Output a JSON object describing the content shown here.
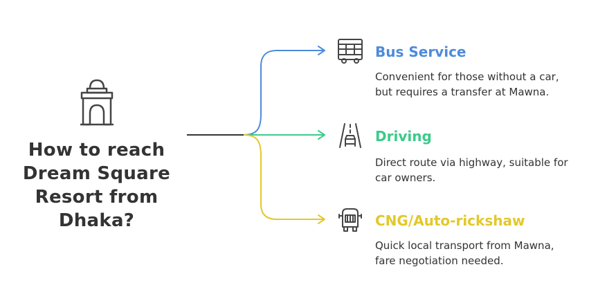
{
  "question": [
    "How to reach",
    "Dream Square",
    "Resort from",
    "Dhaka?"
  ],
  "options": [
    {
      "title": "Bus Service",
      "description": [
        "Convenient for those without a car,",
        "but requires a transfer at Mawna."
      ],
      "color": "#4d8bdc",
      "icon": "bus-icon"
    },
    {
      "title": "Driving",
      "description": [
        "Direct route via highway, suitable for",
        "car owners."
      ],
      "color": "#3ccb8a",
      "icon": "road-car-icon"
    },
    {
      "title": "CNG/Auto-rickshaw",
      "description": [
        "Quick local transport from Mawna,",
        "fare negotiation needed."
      ],
      "color": "#e3c82a",
      "icon": "auto-rickshaw-icon"
    }
  ],
  "colors": {
    "text": "#333333",
    "icon_stroke": "#444444",
    "trunk": "#333333"
  },
  "central_icon": "gate-icon"
}
